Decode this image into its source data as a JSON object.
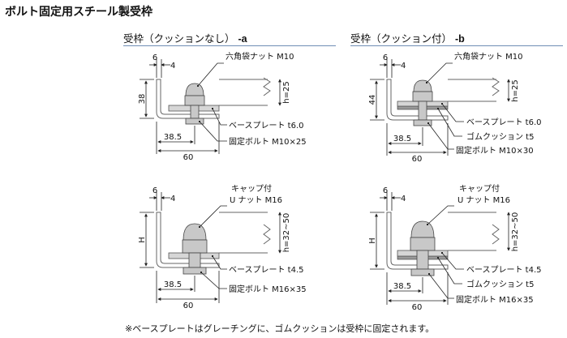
{
  "page_title": "ボルト固定用スチール製受枠",
  "variants": {
    "a": {
      "heading": "受枠（クッションなし）",
      "suffix": "-a"
    },
    "b": {
      "heading": "受枠（クッション付）",
      "suffix": "-b"
    }
  },
  "diagrams": {
    "a_top": {
      "dim_6": "6",
      "dim_4": "4",
      "height": "38",
      "dim_h": "h=25",
      "dim_38_5": "38.5",
      "dim_60": "60",
      "nut_label": "六角袋ナット M10",
      "plate_label": "ベースプレート t6.0",
      "bolt_label": "固定ボルト M10×25"
    },
    "b_top": {
      "dim_6": "6",
      "dim_4": "4",
      "height": "44",
      "dim_h": "h=25",
      "dim_38_5": "38.5",
      "dim_60": "60",
      "nut_label": "六角袋ナット M10",
      "plate_label": "ベースプレート t6.0",
      "cushion_label": "ゴムクッション t5",
      "bolt_label": "固定ボルト M10×30"
    },
    "a_bottom": {
      "dim_6": "6",
      "dim_4": "4",
      "height": "H",
      "dim_h": "h=32~50",
      "dim_38_5": "38.5",
      "dim_60": "60",
      "nut_label_1": "キャップ付",
      "nut_label_2": "U ナット M16",
      "plate_label": "ベースプレート t4.5",
      "bolt_label": "固定ボルト M16×35"
    },
    "b_bottom": {
      "dim_6": "6",
      "dim_4": "4",
      "height": "H",
      "dim_h": "h=32~50",
      "dim_38_5": "38.5",
      "dim_60": "60",
      "nut_label_1": "キャップ付",
      "nut_label_2": "U ナット M16",
      "plate_label": "ベースプレート t4.5",
      "cushion_label": "ゴムクッション t5",
      "bolt_label": "固定ボルト M16×35"
    }
  },
  "footnote": "※ベースプレートはグレーチングに、ゴムクッションは受枠に固定されます。"
}
